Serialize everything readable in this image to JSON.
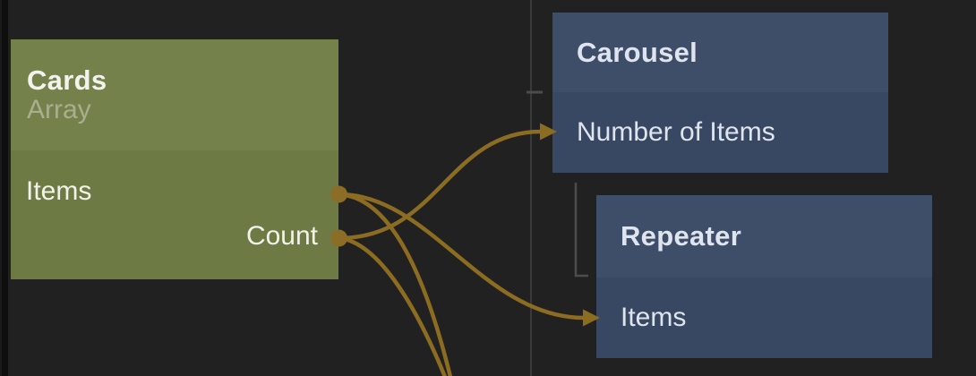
{
  "app": {
    "type": "visual-node-editor-canvas"
  },
  "colors": {
    "background": "#212121",
    "panel_edge": "#0e0e0e",
    "wire": "#8b6c21",
    "port": "#8c6d26",
    "cards_header": "#75814a",
    "cards_body": "#6e7a44",
    "blue_header": "#3e4d68",
    "blue_body": "#394862",
    "title_text": "#f2f3ee",
    "subtitle_text": "#a9ae8e",
    "blue_text": "#dfe5ee"
  },
  "nodes": {
    "cards": {
      "title": "Cards",
      "subtitle": "Array",
      "outputs": [
        {
          "label": "Items"
        },
        {
          "label": "Count"
        }
      ]
    },
    "carousel": {
      "title": "Carousel",
      "inputs": [
        {
          "label": "Number of Items"
        }
      ]
    },
    "repeater": {
      "title": "Repeater",
      "inputs": [
        {
          "label": "Items"
        }
      ]
    }
  },
  "connections": [
    {
      "from_node": "Cards",
      "from_port": "Count",
      "to_node": "Carousel",
      "to_port": "Number of Items"
    },
    {
      "from_node": "Cards",
      "from_port": "Items",
      "to_node": "Repeater",
      "to_port": "Items"
    },
    {
      "from_node": "Cards",
      "from_port": "Items",
      "to_node": "(off-screen below)",
      "to_port": ""
    },
    {
      "from_node": "Cards",
      "from_port": "Count",
      "to_node": "(off-screen below)",
      "to_port": ""
    }
  ]
}
